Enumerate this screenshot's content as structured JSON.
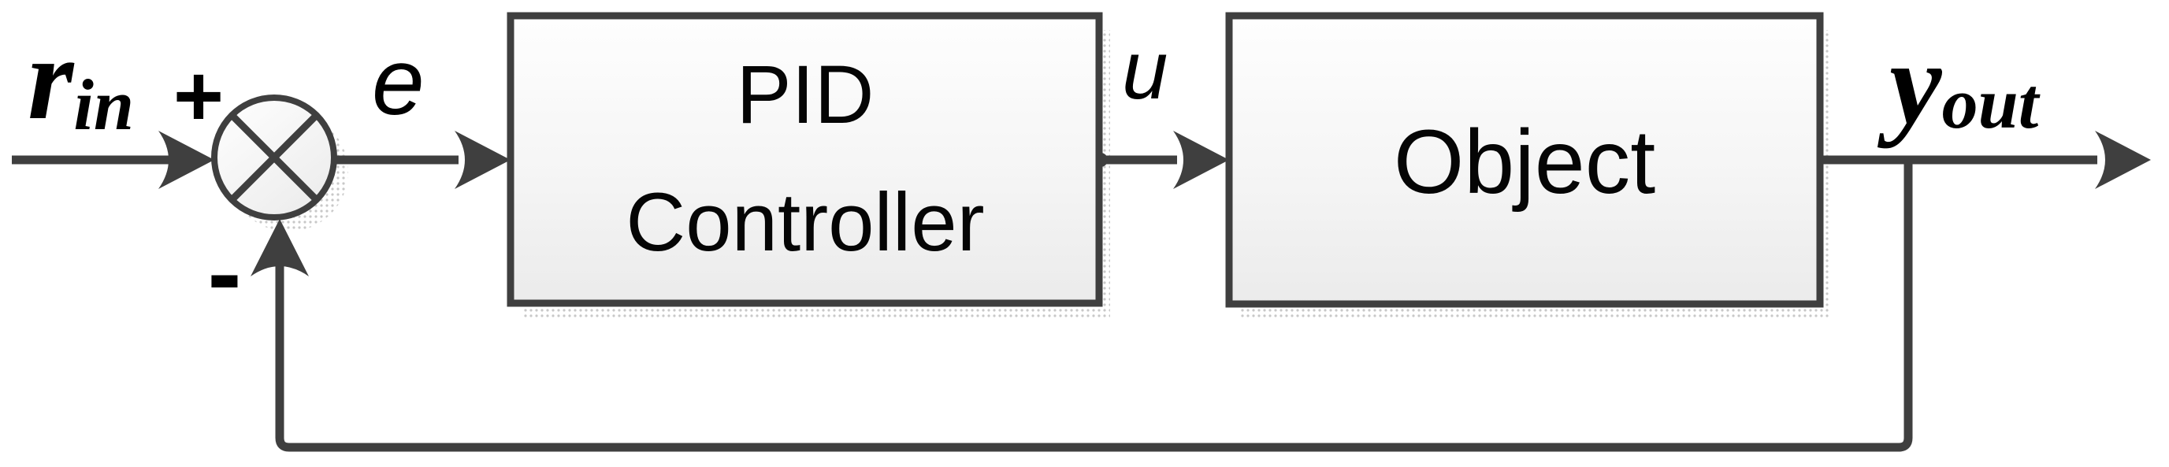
{
  "figure": {
    "kind": "feedback-control-block-diagram",
    "sum_junction": {
      "symbol": "cross-in-circle",
      "positive_sign": "+",
      "negative_sign": "-"
    },
    "signals": {
      "reference": {
        "base": "r",
        "subscript": "in"
      },
      "error": "e",
      "control": "u",
      "output": {
        "base": "y",
        "subscript": "out"
      }
    },
    "blocks": [
      {
        "id": "controller",
        "label_line1": "PID",
        "label_line2": "Controller"
      },
      {
        "id": "plant",
        "label": "Object"
      }
    ],
    "colors": {
      "line": "#3f3f3f",
      "text": "#000000",
      "block_fill_top": "#fefefe",
      "block_fill_bottom": "#ebebeb",
      "shadow_dots": "#c8c8c8",
      "background": "#ffffff"
    }
  }
}
